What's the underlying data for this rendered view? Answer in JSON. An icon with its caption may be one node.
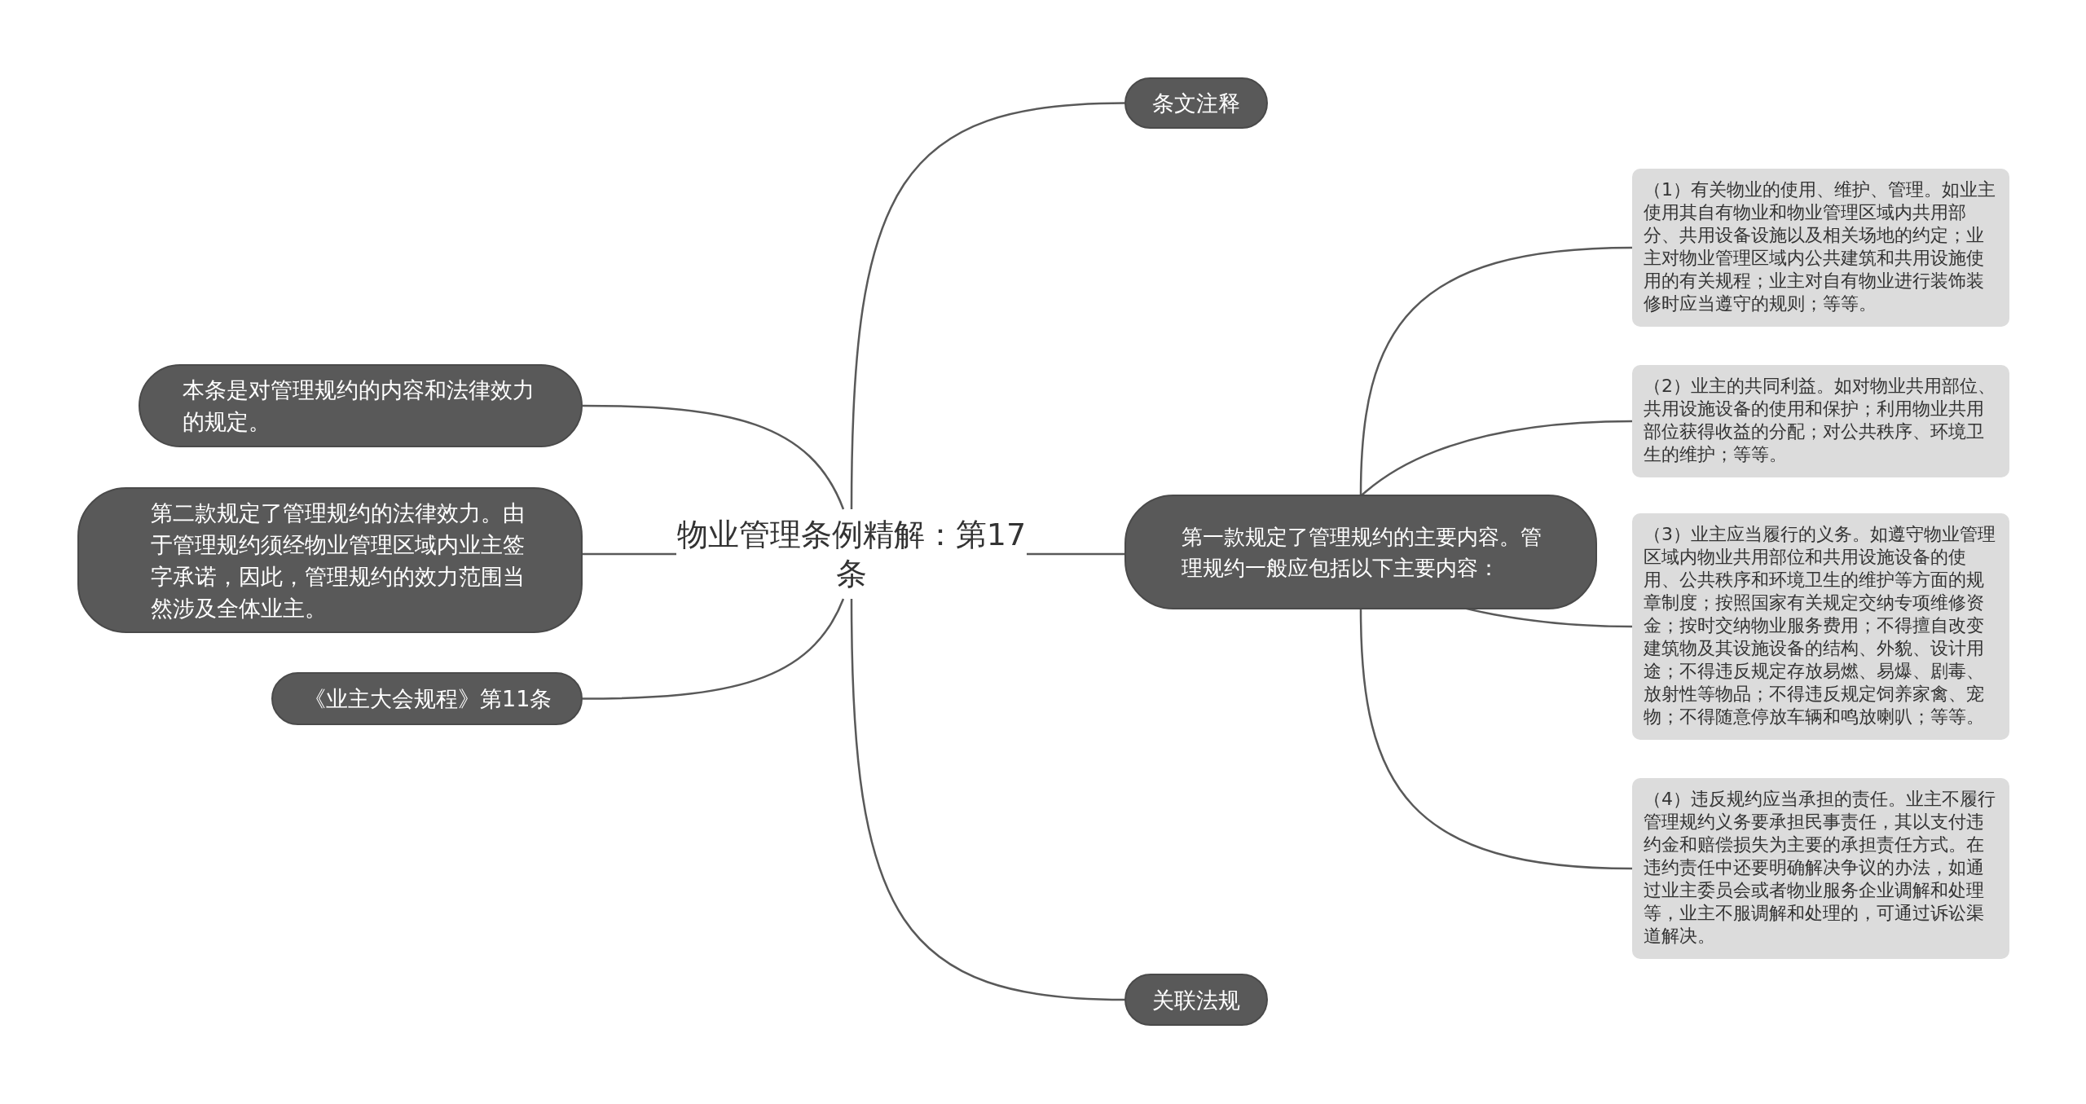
{
  "diagram": {
    "nodes": [
      {
        "text": [
          "物业管理条例精解：第17条"
        ]
      },
      {
        "text": [
          "条文注释"
        ]
      },
      {
        "text": [
          "第一款规定了管理规约的主要内容。管理规约一般应包括以下主要内容："
        ]
      },
      {
        "text": [
          "（1）有关物业的使用、维护、管理。如业主使用其自有物业和物业管理区域内共用部分、共用设备设施以及相关场地的约定；业主对物业管理区域内公共建筑和共用设施使用的有关规程；业主对自有物业进行装饰装修时应当遵守的规则；等等。"
        ]
      },
      {
        "text": [
          "（2）业主的共同利益。如对物业共用部位、共用设施设备的使用和保护；利用物业共用部位获得收益的分配；对公共秩序、环境卫生的维护；等等。"
        ]
      },
      {
        "text": [
          "（3）业主应当履行的义务。如遵守物业管理区域内物业共用部位和共用设施设备的使用、公共秩序和环境卫生的维护等方面的规章制度；按照国家有关规定交纳专项维修资金；按时交纳物业服务费用；不得擅自改变建筑物及其设施设备的结构、外貌、设计用途；不得违反规定存放易燃、易爆、剧毒、放射性等物品；不得违反规定饲养家禽、宠物；不得随意停放车辆和鸣放喇叭；等等。"
        ]
      },
      {
        "text": [
          "（4）违反规约应当承担的责任。业主不履行管理规约义务要承担民事责任，其以支付违约金和赔偿损失为主要的承担责任方式。在违约责任中还要明确解决争议的办法，如通过业主委员会或者物业服务企业调解和处理等，业主不服调解和处理的，可通过诉讼渠道解决。"
        ]
      },
      {
        "text": [
          "关联法规"
        ]
      },
      {
        "text": [
          "本条是对管理规约的内容和法律效力的规定。"
        ]
      },
      {
        "text": [
          "第二款规定了管理规约的法律效力。由于管理规约须经物业管理区域内业主签字承诺，因此，管理规约的效力范围当然涉及全体业主。"
        ]
      },
      {
        "text": [
          "《业主大会规程》第11条"
        ]
      }
    ],
    "edges": [
      {
        "from": 0,
        "to": 1,
        "arrow": "none"
      },
      {
        "from": 0,
        "to": 2,
        "arrow": "none"
      },
      {
        "from": 2,
        "to": 3,
        "arrow": "none"
      },
      {
        "from": 2,
        "to": 4,
        "arrow": "none"
      },
      {
        "from": 2,
        "to": 5,
        "arrow": "none"
      },
      {
        "from": 2,
        "to": 6,
        "arrow": "none"
      },
      {
        "from": 0,
        "to": 7,
        "arrow": "none"
      },
      {
        "from": 0,
        "to": 8,
        "arrow": "none"
      },
      {
        "from": 0,
        "to": 9,
        "arrow": "none"
      },
      {
        "from": 0,
        "to": 10,
        "arrow": "none"
      }
    ]
  }
}
